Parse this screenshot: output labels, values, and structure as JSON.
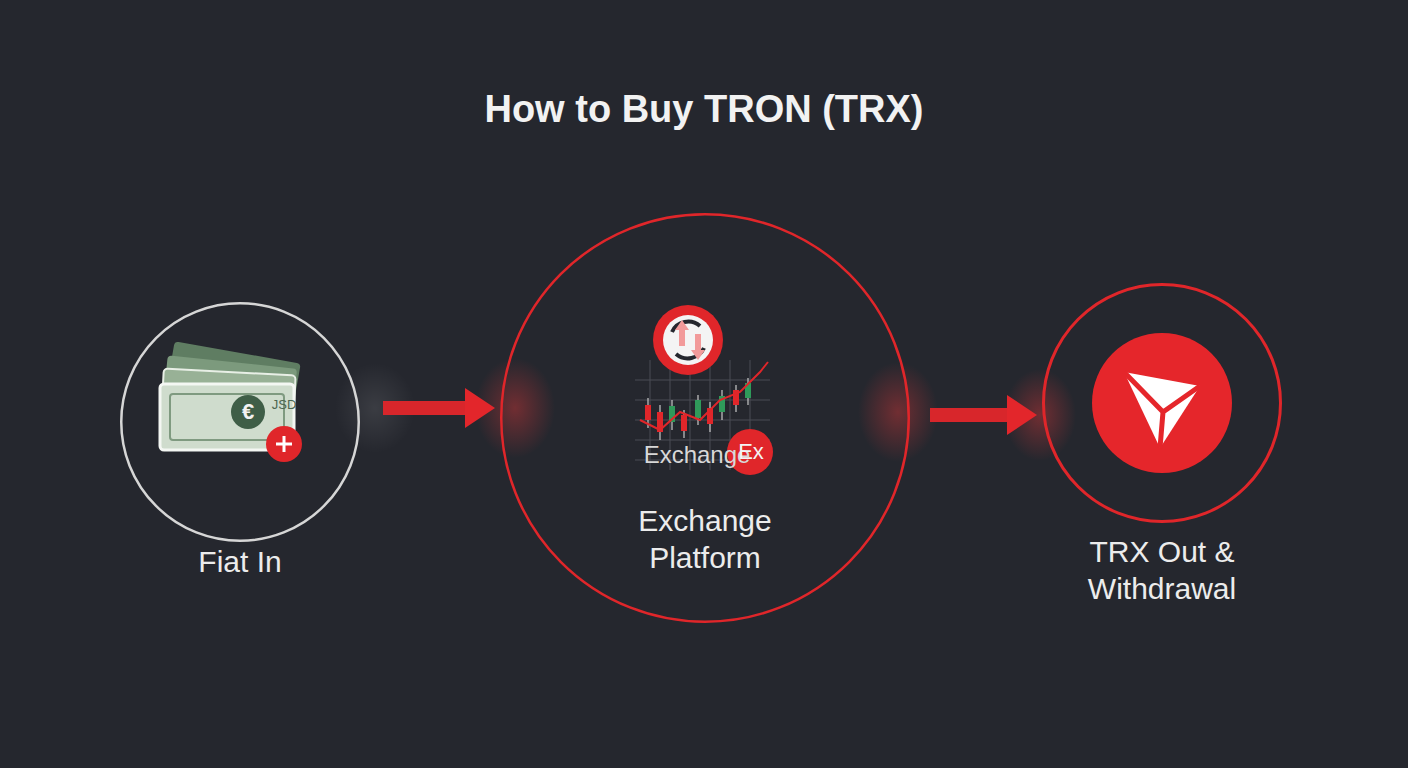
{
  "diagram": {
    "title": "How to Buy TRON (TRX)",
    "nodes": [
      {
        "text": [
          "Fiat In"
        ]
      },
      {
        "text": [
          "Exchange Platform"
        ]
      },
      {
        "text": [
          "TRX Out & Withdrawal"
        ]
      }
    ],
    "edges": [
      {
        "from": 0,
        "to": 1,
        "arrow": "to"
      },
      {
        "from": 1,
        "to": 2,
        "arrow": "to"
      }
    ],
    "labels": [
      "€",
      "JSD",
      "Exchange",
      "Ex"
    ]
  }
}
